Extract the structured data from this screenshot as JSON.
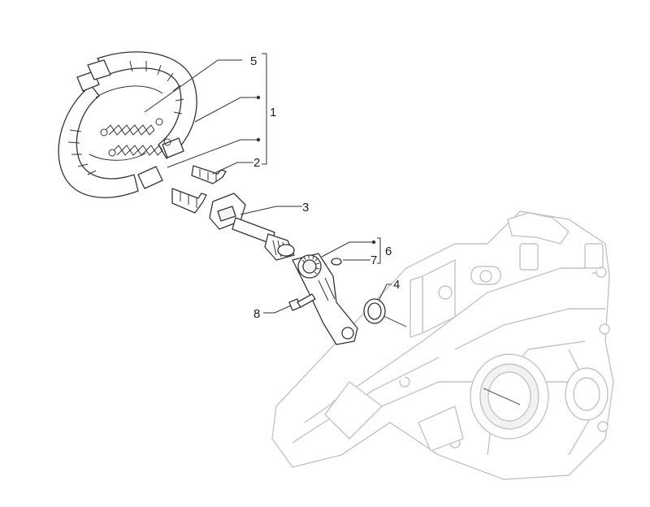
{
  "callouts": {
    "c1": "1",
    "c2": "2",
    "c3": "3",
    "c4": "4",
    "c5": "5",
    "c6": "6",
    "c7": "7",
    "c8": "8"
  },
  "colors": {
    "line": "#333333",
    "case_line": "#c4c4c4",
    "background": "#ffffff"
  }
}
